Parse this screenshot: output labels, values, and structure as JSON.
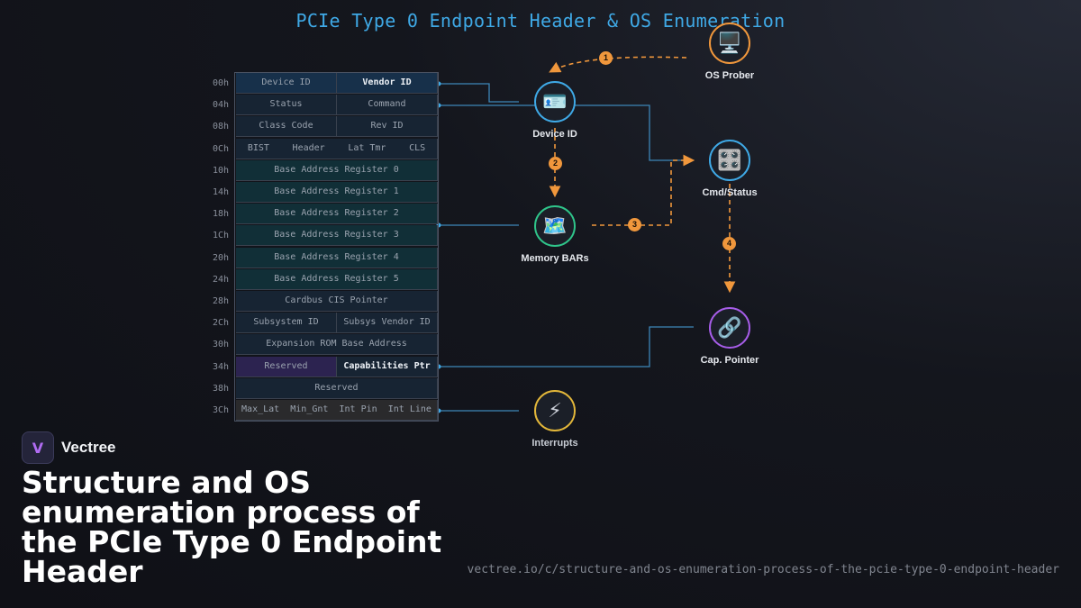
{
  "diagram_title": "PCIe Type 0 Endpoint Header & OS Enumeration",
  "header_rows": [
    {
      "offset": "00h",
      "cells": [
        {
          "text": "Device ID",
          "bg": "#17304a",
          "hl": false
        },
        {
          "text": "Vendor ID",
          "bg": "#17304a",
          "hl": true
        }
      ]
    },
    {
      "offset": "04h",
      "cells": [
        {
          "text": "Status",
          "bg": "#172433"
        },
        {
          "text": "Command",
          "bg": "#172433"
        }
      ]
    },
    {
      "offset": "08h",
      "cells": [
        {
          "text": "Class Code",
          "bg": "#172433"
        },
        {
          "text": "Rev ID",
          "bg": "#172433"
        }
      ]
    },
    {
      "offset": "0Ch",
      "cells": [
        {
          "multi": [
            "BIST",
            "Header",
            "Lat Tmr",
            "CLS"
          ],
          "bg": "#172433"
        }
      ]
    },
    {
      "offset": "10h",
      "cells": [
        {
          "text": "Base Address Register 0",
          "bg": "#112f37"
        }
      ]
    },
    {
      "offset": "14h",
      "cells": [
        {
          "text": "Base Address Register 1",
          "bg": "#112f37"
        }
      ]
    },
    {
      "offset": "18h",
      "cells": [
        {
          "text": "Base Address Register 2",
          "bg": "#112f37"
        }
      ]
    },
    {
      "offset": "1Ch",
      "cells": [
        {
          "text": "Base Address Register 3",
          "bg": "#112f37"
        }
      ]
    },
    {
      "offset": "20h",
      "cells": [
        {
          "text": "Base Address Register 4",
          "bg": "#112f37"
        }
      ]
    },
    {
      "offset": "24h",
      "cells": [
        {
          "text": "Base Address Register 5",
          "bg": "#112f37"
        }
      ]
    },
    {
      "offset": "28h",
      "cells": [
        {
          "text": "Cardbus CIS Pointer",
          "bg": "#172433"
        }
      ]
    },
    {
      "offset": "2Ch",
      "cells": [
        {
          "text": "Subsystem ID",
          "bg": "#172433"
        },
        {
          "text": "Subsys Vendor ID",
          "bg": "#172433"
        }
      ]
    },
    {
      "offset": "30h",
      "cells": [
        {
          "text": "Expansion ROM Base Address",
          "bg": "#172433"
        }
      ]
    },
    {
      "offset": "34h",
      "cells": [
        {
          "text": "Reserved",
          "bg": "#2c2350"
        },
        {
          "text": "Capabilities Ptr",
          "bg": "#172433",
          "hl": true
        }
      ]
    },
    {
      "offset": "38h",
      "cells": [
        {
          "text": "Reserved",
          "bg": "#172433"
        }
      ]
    },
    {
      "offset": "3Ch",
      "cells": [
        {
          "multi": [
            "Max_Lat",
            "Min_Gnt",
            "Int Pin",
            "Int Line"
          ],
          "bg": "#2a2a2c"
        }
      ]
    }
  ],
  "nodes": {
    "os_prober": {
      "label": "OS Prober",
      "icon": "🖥️",
      "color": "#f0973c"
    },
    "device_id": {
      "label": "Device ID",
      "icon": "🪪",
      "color": "#3fa9e6"
    },
    "cmd_status": {
      "label": "Cmd/Status",
      "icon": "🎛️",
      "color": "#3fa9e6"
    },
    "memory_bars": {
      "label": "Memory BARs",
      "icon": "🗺️",
      "color": "#2fc58a"
    },
    "cap_pointer": {
      "label": "Cap. Pointer",
      "icon": "🔗",
      "color": "#a65de8"
    },
    "interrupts": {
      "label": "Interrupts",
      "icon": "⚡",
      "color": "#e3b73a"
    }
  },
  "steps": [
    "1",
    "2",
    "3",
    "4"
  ],
  "brand": {
    "name": "Vectree",
    "logo_text": "V"
  },
  "headline": "Structure and OS enumeration process of the PCIe Type 0 Endpoint Header",
  "url": "vectree.io/c/structure-and-os-enumeration-process-of-the-pcie-type-0-endpoint-header"
}
